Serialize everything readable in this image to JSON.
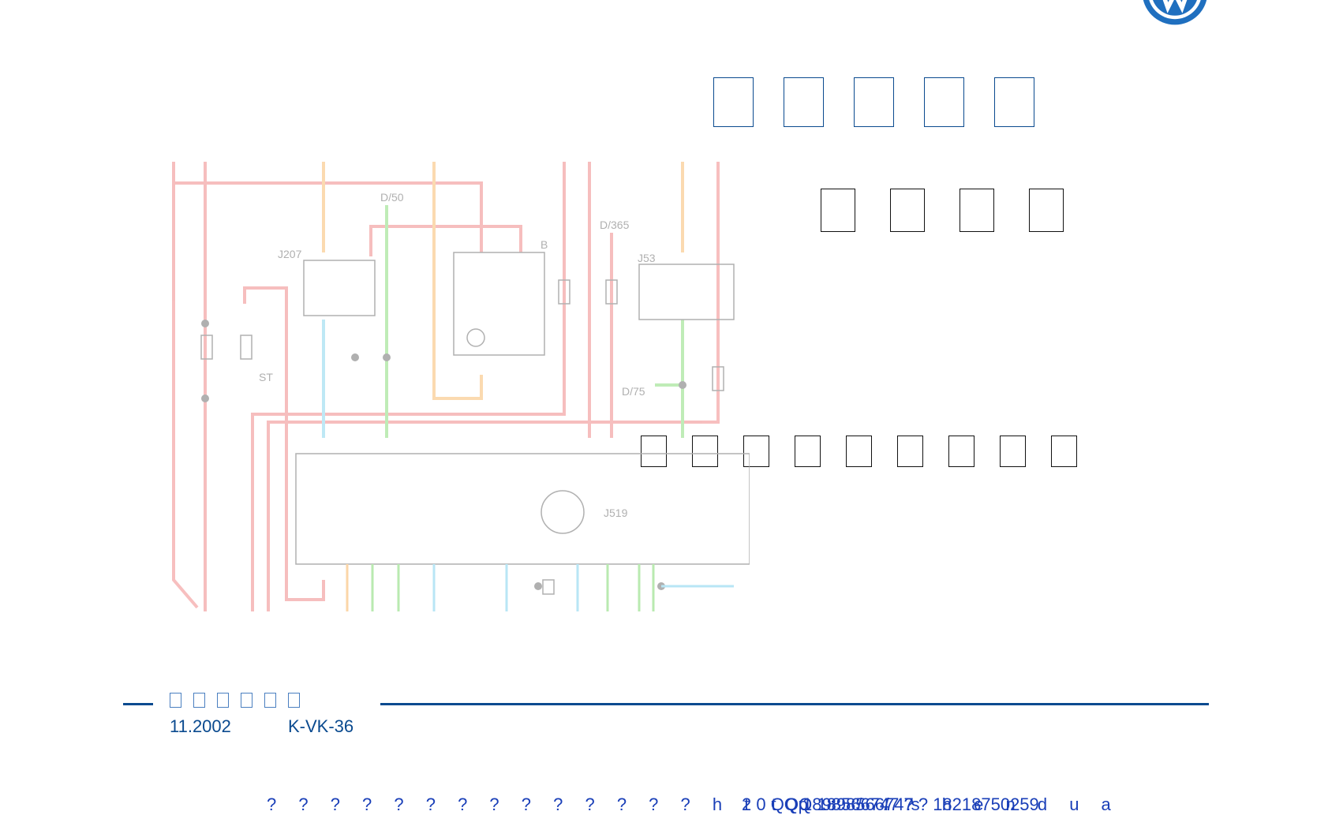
{
  "header": {
    "brand_logo": "vw-logo"
  },
  "diagram_labels": {
    "d50": "D/50",
    "j207": "J207",
    "b": "B",
    "d365": "D/365",
    "j53": "J53",
    "st": "ST",
    "d75": "D/75",
    "j519": "J519"
  },
  "footer": {
    "date": "11.2002",
    "code": "K-VK-36"
  },
  "ad": {
    "left_text": "? ? ? ? ? ? ? ? ? ? ? ? ? ?   h t t p : / / s h e n d u a ",
    "overlap_text": "2 0 QQ 1898566747 ? ? 18218750259",
    "qq_text": "QQ 1898566747"
  },
  "colors": {
    "accent_blue": "#0a4a8f",
    "wire_red": "#f6b8b8",
    "wire_green": "#b9eab0",
    "wire_blue": "#b8e6f5",
    "wire_orange": "#fbd6a8"
  }
}
